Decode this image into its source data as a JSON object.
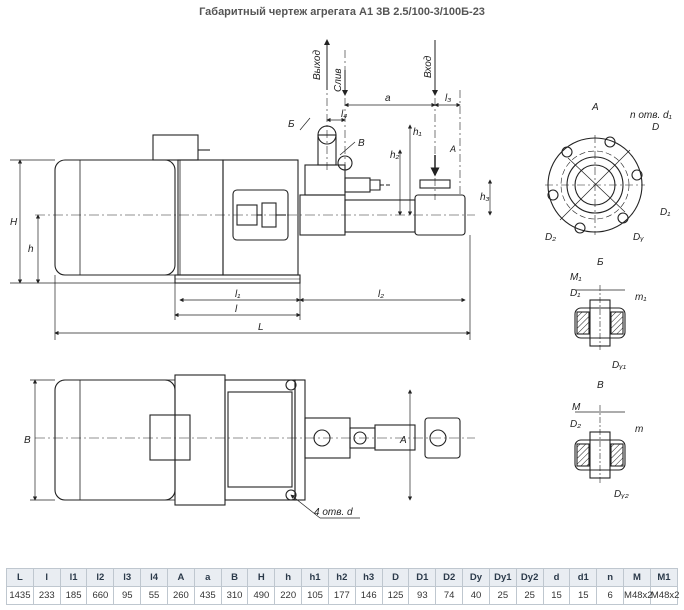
{
  "title": "Габаритный чертеж агрегата А1 3В 2.5/100-3/100Б-23",
  "labels": {
    "vyhod": "Выход",
    "sliv": "Слив",
    "vhod": "Вход",
    "a": "a",
    "l3": "l₃",
    "B_cyr": "Б",
    "V_cyr": "В",
    "A_top": "A",
    "l4": "l₄",
    "h1": "h₁",
    "h2": "h₂",
    "h3": "h₃",
    "H": "H",
    "h": "h",
    "l1": "l₁",
    "l2": "l₂",
    "l": "l",
    "L": "L",
    "B_lat": "B",
    "A_plan": "A",
    "holes_d": "4 отв. d",
    "view_A": "A",
    "n_holes": "n отв. d₁",
    "D": "D",
    "D1": "D₁",
    "D2": "D₂",
    "Dy": "Dᵧ",
    "view_B": "Б",
    "M1": "M₁",
    "D1v": "D₁",
    "m1": "m₁",
    "Dy1": "Dᵧ₁",
    "view_V": "В",
    "M": "M",
    "D2v": "D₂",
    "m": "m",
    "Dy2": "Dᵧ₂"
  },
  "table": {
    "headers": [
      "L",
      "l",
      "l1",
      "l2",
      "l3",
      "l4",
      "A",
      "a",
      "B",
      "H",
      "h",
      "h1",
      "h2",
      "h3",
      "D",
      "D1",
      "D2",
      "Dy",
      "Dy1",
      "Dy2",
      "d",
      "d1",
      "n",
      "M",
      "M1"
    ],
    "values": [
      "1435",
      "233",
      "185",
      "660",
      "95",
      "55",
      "260",
      "435",
      "310",
      "490",
      "220",
      "105",
      "177",
      "146",
      "125",
      "93",
      "74",
      "40",
      "25",
      "25",
      "15",
      "15",
      "6",
      "M48x2",
      "M48x2"
    ]
  }
}
